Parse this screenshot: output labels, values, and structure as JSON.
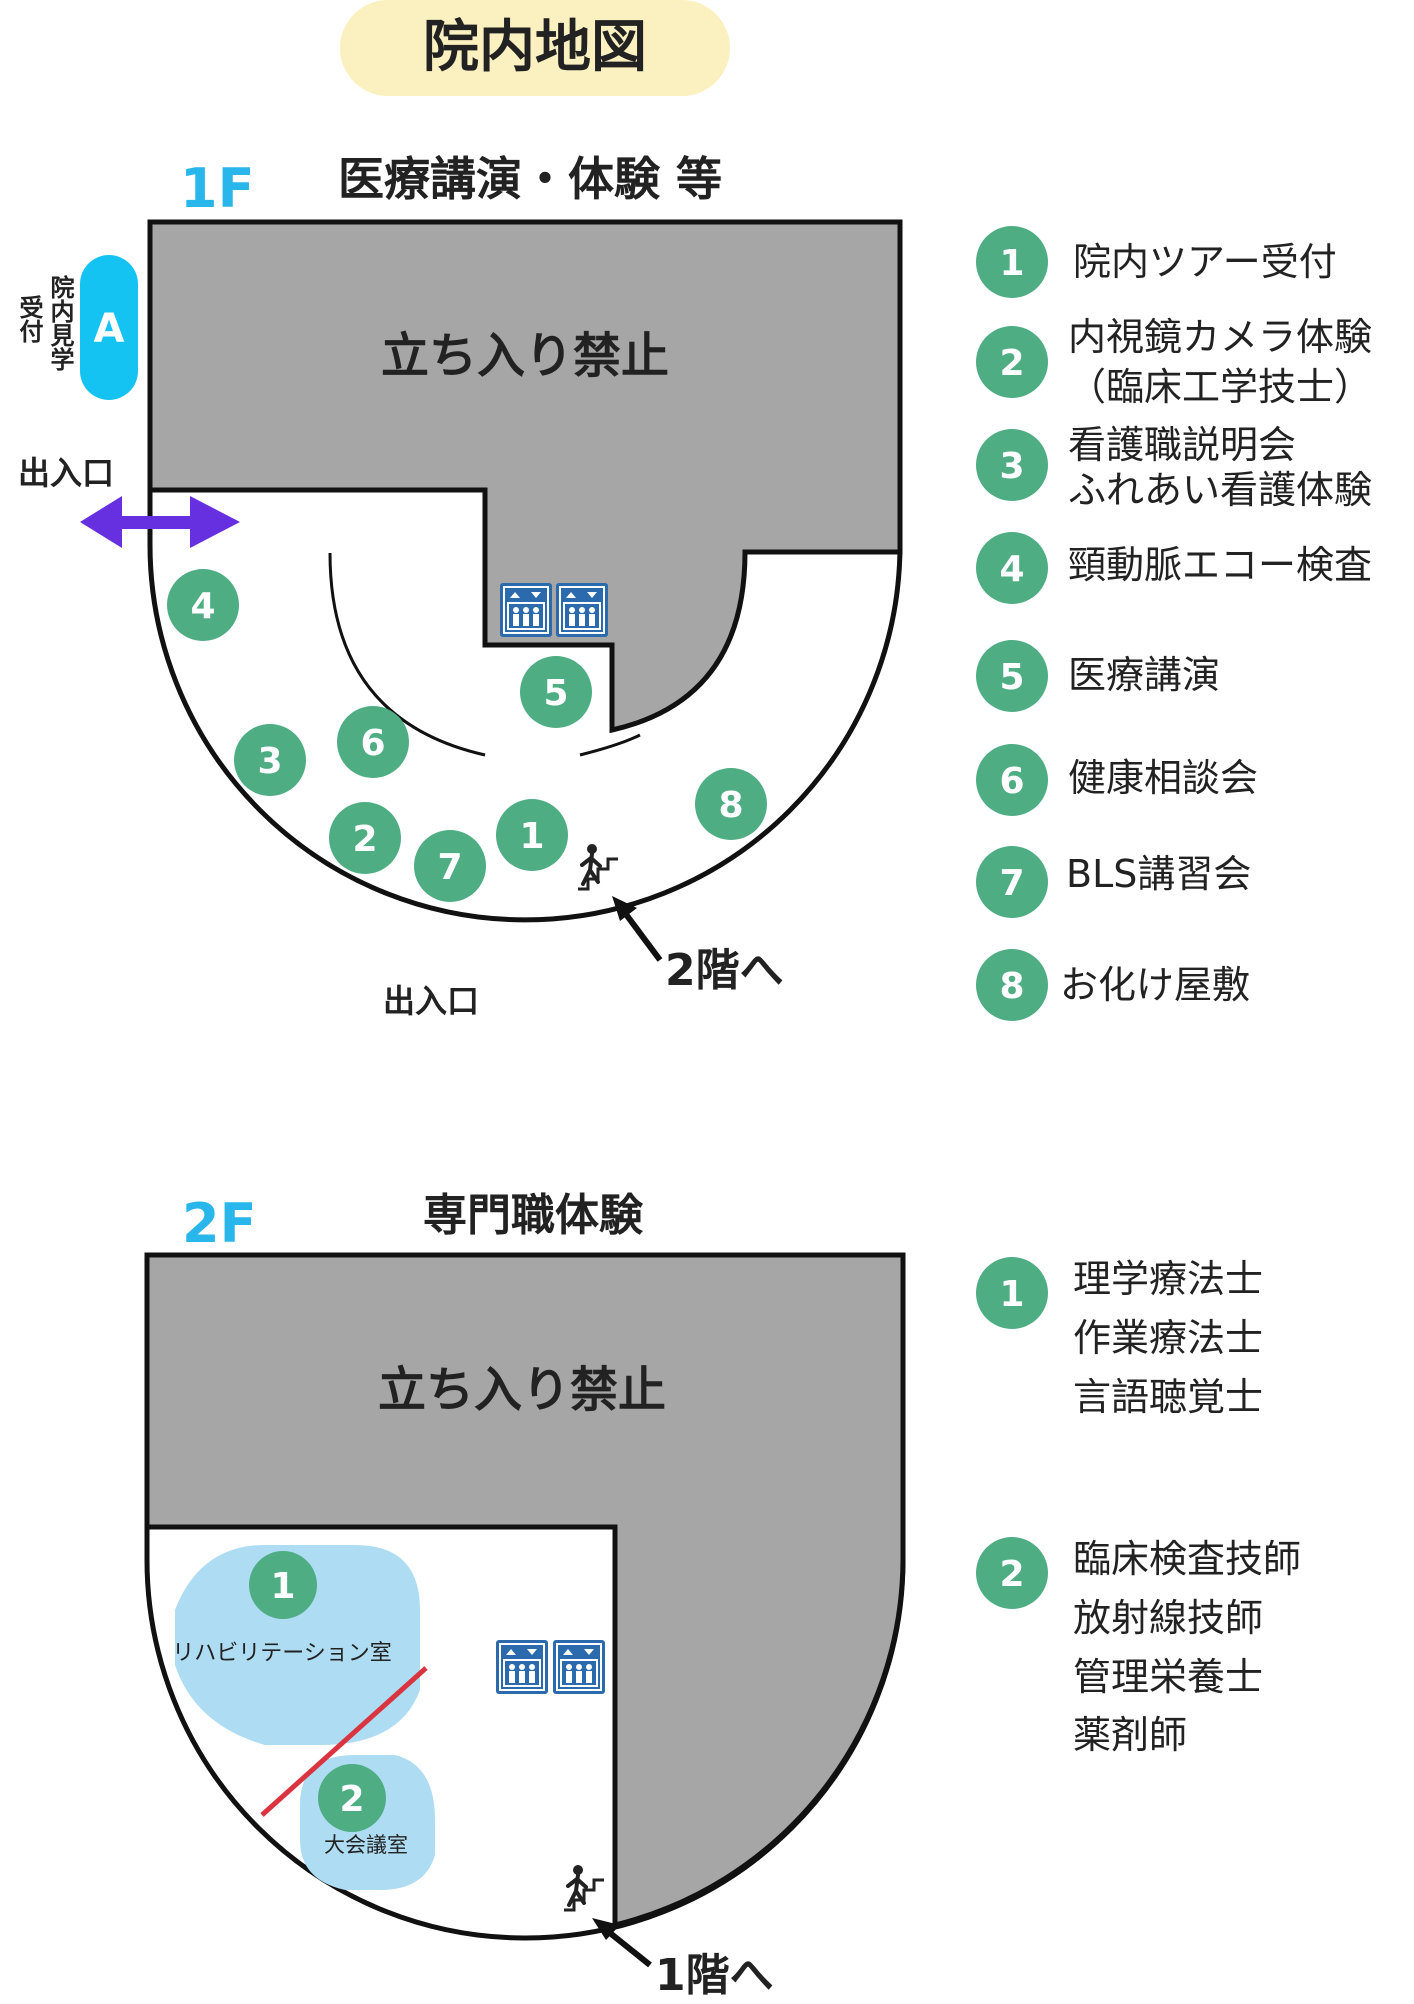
{
  "title": "院内地図",
  "colors": {
    "title_bg": "#fbf0bf",
    "floor_label": "#29b6ea",
    "restricted": "#a6a6a6",
    "marker": "#4ead83",
    "reception": "#14c3f2",
    "arrow": "#6630e0",
    "room": "#aedcf2",
    "elevator": "#2a6aad",
    "divider": "#d9343f"
  },
  "floor1": {
    "label": "1F",
    "heading": "医療講演・体験 等",
    "restricted_label": "立ち入り禁止",
    "reception_badge": "A",
    "reception_note_col1": "院内見学",
    "reception_note_col2": "受付",
    "entrance_left": "出入口",
    "entrance_bottom": "出入口",
    "stairs_label": "2階へ",
    "markers": [
      "1",
      "2",
      "3",
      "4",
      "5",
      "6",
      "7",
      "8"
    ],
    "legend": [
      {
        "num": "1",
        "lines": [
          "院内ツアー受付"
        ]
      },
      {
        "num": "2",
        "lines": [
          "内視鏡カメラ体験",
          "（臨床工学技士）"
        ]
      },
      {
        "num": "3",
        "lines": [
          "看護職説明会",
          "ふれあい看護体験"
        ]
      },
      {
        "num": "4",
        "lines": [
          "頸動脈エコー検査"
        ]
      },
      {
        "num": "5",
        "lines": [
          "医療講演"
        ]
      },
      {
        "num": "6",
        "lines": [
          "健康相談会"
        ]
      },
      {
        "num": "7",
        "lines": [
          "BLS講習会"
        ]
      },
      {
        "num": "8",
        "lines": [
          "お化け屋敷"
        ]
      }
    ]
  },
  "floor2": {
    "label": "2F",
    "heading": "専門職体験",
    "restricted_label": "立ち入り禁止",
    "stairs_label": "1階へ",
    "rooms": [
      {
        "num": "1",
        "name": "リハビリテーション室"
      },
      {
        "num": "2",
        "name": "大会議室"
      }
    ],
    "legend": [
      {
        "num": "1",
        "lines": [
          "理学療法士",
          "作業療法士",
          "言語聴覚士"
        ]
      },
      {
        "num": "2",
        "lines": [
          "臨床検査技師",
          "放射線技師",
          "管理栄養士",
          "薬剤師"
        ]
      }
    ]
  }
}
